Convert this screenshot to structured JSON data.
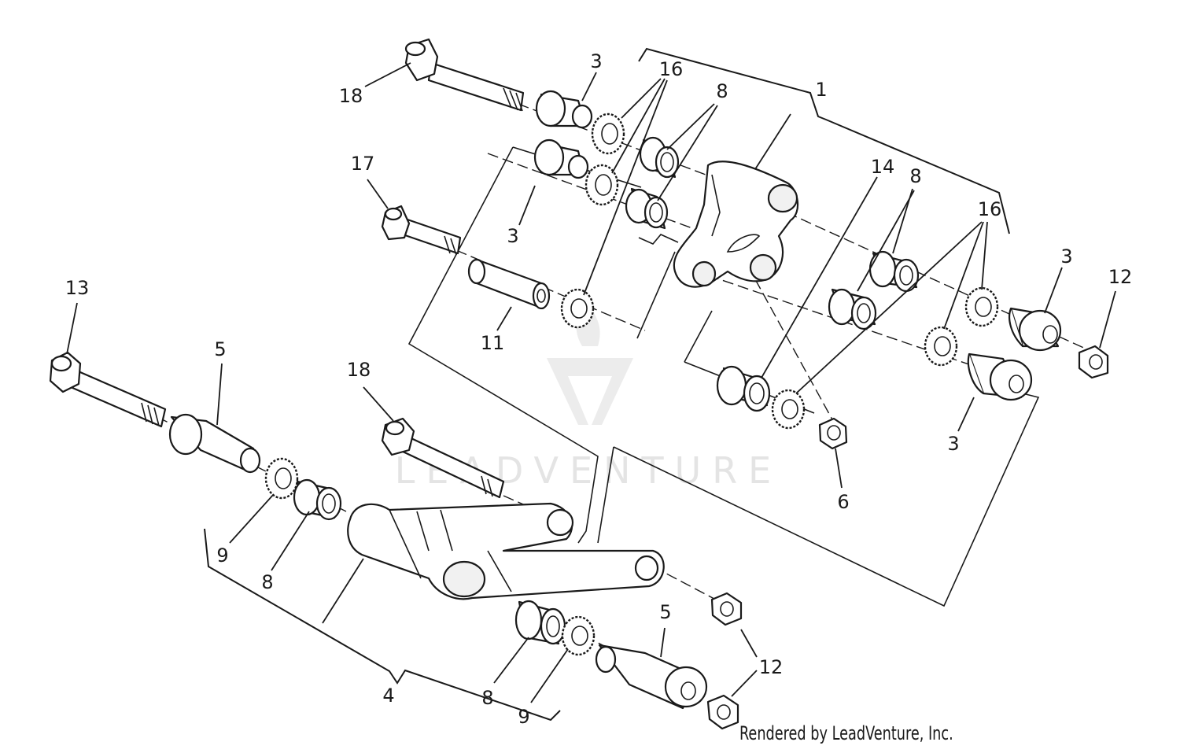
{
  "callouts": {
    "c1": "1",
    "c3a": "3",
    "c3b": "3",
    "c3c": "3",
    "c3d": "3",
    "c4": "4",
    "c5a": "5",
    "c5b": "5",
    "c6": "6",
    "c8a": "8",
    "c8b": "8",
    "c8c": "8",
    "c8d": "8",
    "c9a": "9",
    "c9b": "9",
    "c11": "11",
    "c12a": "12",
    "c12b": "12",
    "c13": "13",
    "c14": "14",
    "c16a": "16",
    "c16b": "16",
    "c17": "17",
    "c18a": "18",
    "c18b": "18"
  },
  "watermark": "LEADVENTURE",
  "credit": "Rendered by LeadVenture, Inc."
}
